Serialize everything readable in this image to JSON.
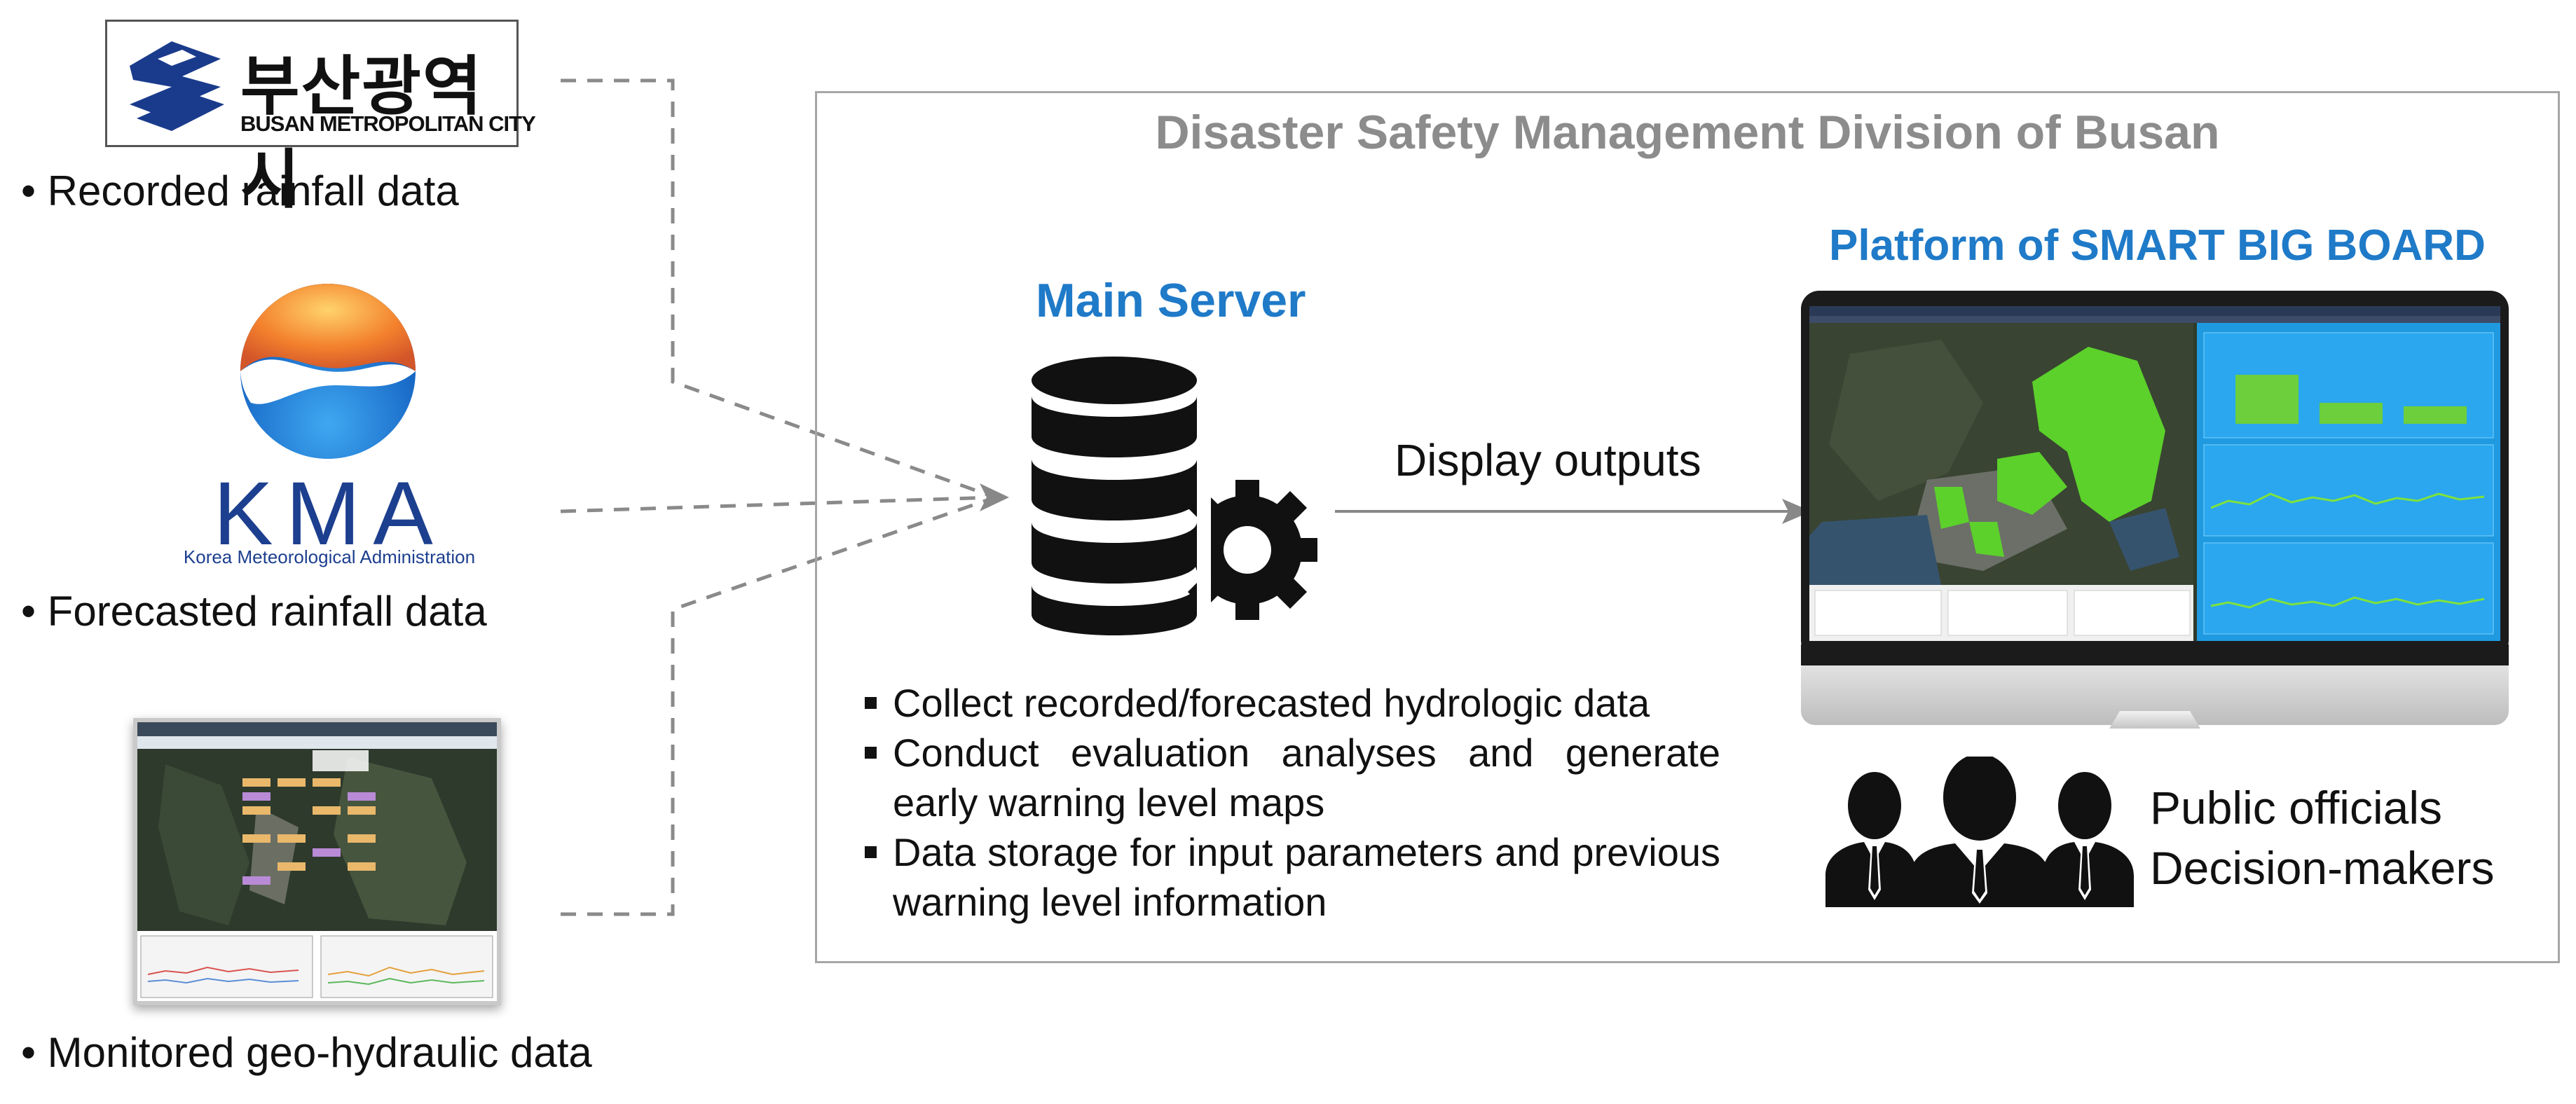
{
  "sources": {
    "busan": {
      "logo_korean": "부산광역시",
      "logo_english": "BUSAN METROPOLITAN CITY",
      "label": "• Recorded rainfall data"
    },
    "kma": {
      "logo_text": "KMA",
      "logo_subtitle": "Korea Meteorological Administration",
      "label": "• Forecasted rainfall data"
    },
    "monitor": {
      "label": "• Monitored geo-hydraulic data"
    }
  },
  "division": {
    "title": "Disaster Safety Management Division of Busan"
  },
  "main_server": {
    "title": "Main Server",
    "tasks": [
      "Collect recorded/forecasted hydrologic data",
      "Conduct evaluation analyses and generate early warning level maps",
      "Data storage for input parameters and previous warning level information"
    ]
  },
  "display_outputs_label": "Display outputs",
  "platform": {
    "title": "Platform of SMART BIG BOARD"
  },
  "users": {
    "line1": "Public officials",
    "line2": "Decision-makers"
  },
  "colors": {
    "accent_blue": "#1f7ac8",
    "title_gray": "#8c8c8c",
    "box_border": "#a6a6a6",
    "arrow_gray": "#888888",
    "map_green": "#5cd12b"
  },
  "icons": [
    "busan-logo-icon",
    "kma-logo-icon",
    "database-icon",
    "gear-icon",
    "monitor-icon",
    "people-icon"
  ]
}
